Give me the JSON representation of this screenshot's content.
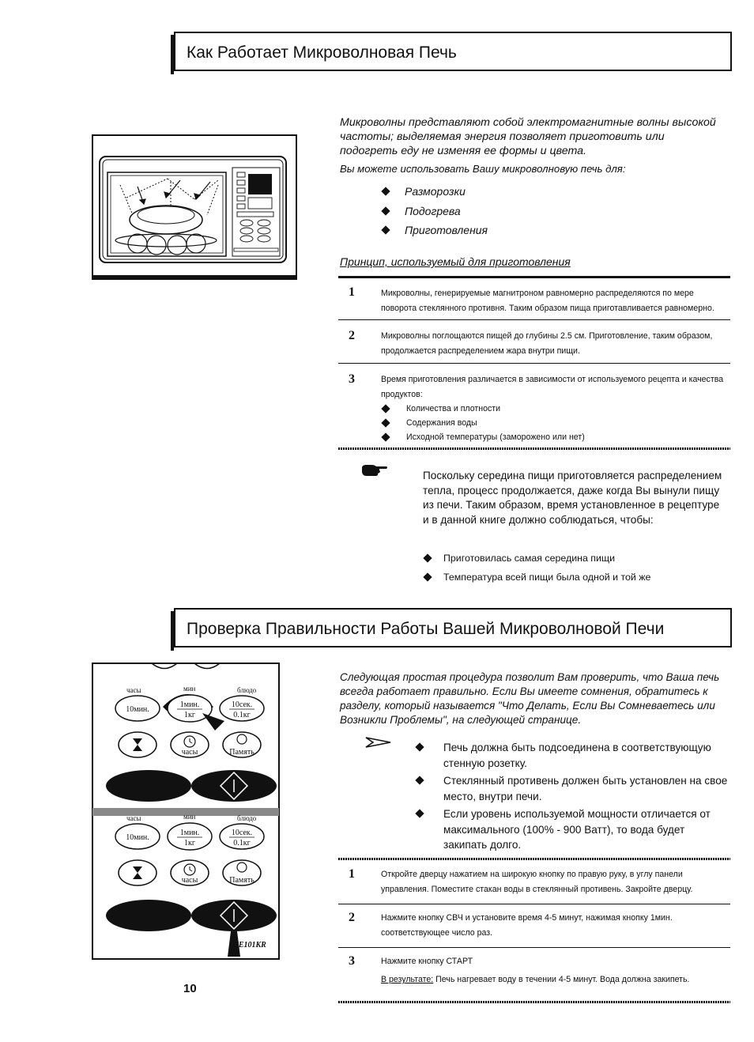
{
  "section1": {
    "title": "Как Работает Микроволновая Печь",
    "intro": "Микроволны представляют собой электромагнитные волны высокой частоты; выделяемая энергия позволяет приготовить или подогреть еду не изменяя ее формы и цвета.",
    "uses_lead": "Вы можете использовать Вашу микроволновую печь для:",
    "uses": [
      "Разморозки",
      "Подогрева",
      "Приготовления"
    ],
    "principle_heading": "Принцип, используемый для приготовления",
    "steps": [
      {
        "num": "1",
        "text": "Микроволны, генерируемые магнитроном равномерно распределяются по мере поворота стеклянного противня. Таким образом пища приготавливается равномерно."
      },
      {
        "num": "2",
        "text": "Микроволны поглощаются пищей до глубины 2.5 см. Приготовление, таким образом, продолжается распределением жара внутри пищи."
      },
      {
        "num": "3",
        "text": "Время приготовления различается в зависимости от используемого рецепта и качества продуктов:",
        "bullets": [
          "Количества и плотности",
          "Содержания воды",
          "Исходной температуры (заморожено или нет)"
        ]
      }
    ],
    "note": {
      "icon": "pointing-hand-icon",
      "text": "Поскольку середина пищи приготовляется распределением тепла, процесс продолжается, даже когда Вы вынули пищу из печи. Таким образом, время установленное в рецептуре и в данной книге должно соблюдаться, чтобы:",
      "bullets": [
        "Приготовилась самая середина пищи",
        "Температура всей пищи была одной и той же"
      ]
    }
  },
  "section2": {
    "title": "Проверка Правильности Работы Вашей Микроволновой Печи",
    "intro": "Следующая простая процедура позволит Вам проверить, что Ваша печь всегда работает правильно. Если Вы имеете сомнения, обратитесь к разделу, который называется \"Что Делать, Если Вы Сомневаетесь или Возникли Проблемы\", на следующей странице.",
    "checks_icon": "arrow-pointer-icon",
    "checks": [
      "Печь должна быть подсоединена в соответствующую стенную розетку.",
      "Стеклянный противень должен быть установлен на свое место, внутри печи.",
      "Если уровень используемой мощности отличается от максимального (100% - 900 Ватт), то вода будет закипать долго."
    ],
    "steps": [
      {
        "num": "1",
        "text": "Откройте дверцу нажатием на широкую кнопку по правую руку, в углу панели управления. Поместите стакан воды в стеклянный противень. Закройте дверцу."
      },
      {
        "num": "2",
        "text": "Нажмите кнопку СВЧ и установите время 4-5 минут, нажимая кнопку 1мин. соответствующее число раз."
      },
      {
        "num": "3",
        "text": "Нажмите кнопку СТАРТ",
        "result_label": "В результате:",
        "result_text": "Печь нагревает воду в течении 4-5 минут. Вода должна закипеть."
      }
    ]
  },
  "panel": {
    "labels_top": [
      "часы",
      "мин",
      "блюдо"
    ],
    "btn_10min": "10мин.",
    "btn_1min": "1мин.",
    "btn_1kg": "1кг",
    "btn_10sec": "10сек.",
    "btn_01kg": "0.1кг",
    "btn_clock": "часы",
    "btn_memory": "Память",
    "model": "CE101KR"
  },
  "page_number": "10"
}
